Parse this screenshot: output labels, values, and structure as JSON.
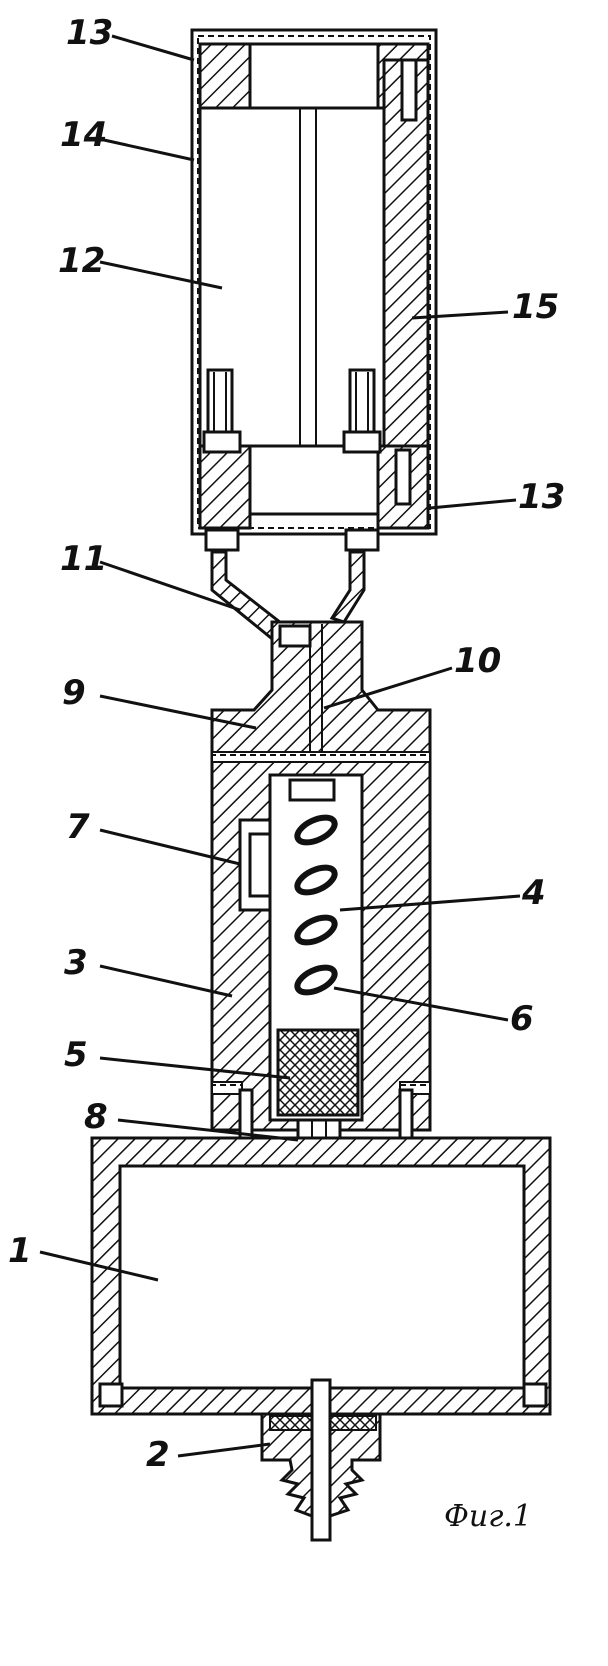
{
  "figure": {
    "caption": "Фиг.1",
    "labels": {
      "l1": "1",
      "l2": "2",
      "l3": "3",
      "l4": "4",
      "l5": "5",
      "l6": "6",
      "l7": "7",
      "l8": "8",
      "l9": "9",
      "l10": "10",
      "l11": "11",
      "l12": "12",
      "l13a": "13",
      "l13b": "13",
      "l14": "14",
      "l15": "15"
    }
  },
  "colors": {
    "ink": "#111111",
    "paper": "#ffffff"
  }
}
